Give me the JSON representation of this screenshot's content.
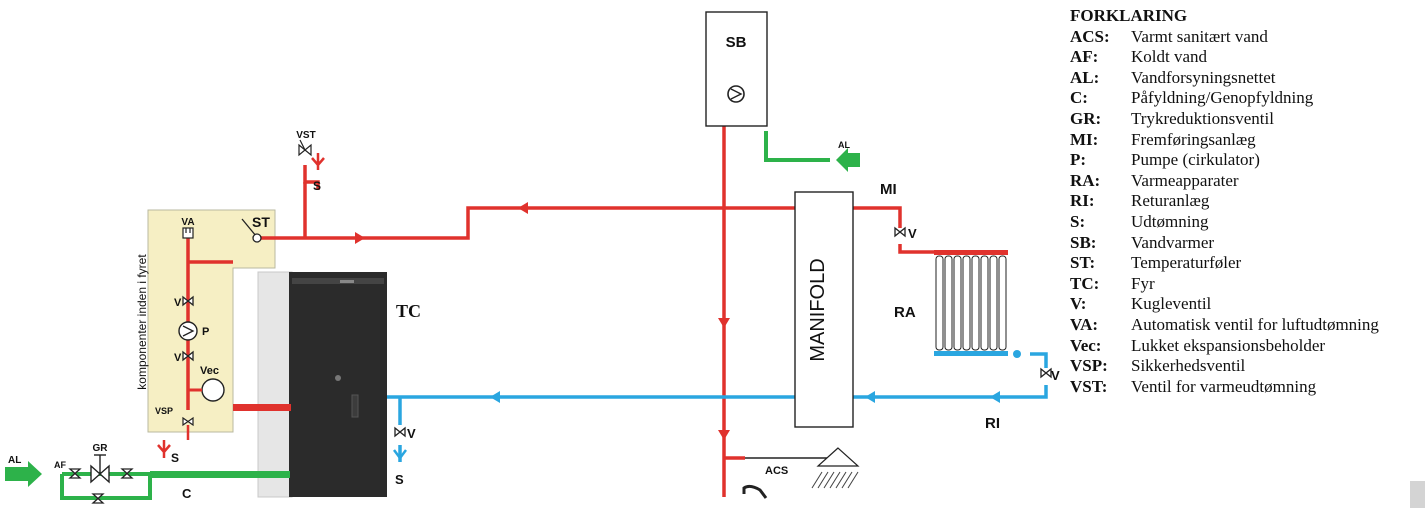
{
  "labels": {
    "sb": "SB",
    "al_top": "AL",
    "mi": "MI",
    "manifold": "MANIFOLD",
    "v_mi": "V",
    "ra": "RA",
    "v_ri": "V",
    "ri": "RI",
    "acs": "ACS",
    "vst": "VST",
    "s_vst": "S",
    "st": "ST",
    "va": "VA",
    "box_caption": "komponenter inden i fyret",
    "v_upper": "V",
    "p": "P",
    "v_lower": "V",
    "vec": "Vec",
    "vsp": "VSP",
    "s_vsp": "S",
    "tc": "TC",
    "v_boiler": "V",
    "s_boiler": "S",
    "al_left": "AL",
    "af": "AF",
    "gr": "GR",
    "c": "C"
  },
  "legend": {
    "title": "FORKLARING",
    "items": [
      {
        "key": "ACS:",
        "value": "Varmt sanitært vand"
      },
      {
        "key": "AF:",
        "value": "Koldt vand"
      },
      {
        "key": "AL:",
        "value": "Vandforsyningsnettet"
      },
      {
        "key": "C:",
        "value": "Påfyldning/Genopfyldning"
      },
      {
        "key": "GR:",
        "value": "Trykreduktionsventil"
      },
      {
        "key": "MI:",
        "value": "Fremføringsanlæg"
      },
      {
        "key": "P:",
        "value": "Pumpe (cirkulator)"
      },
      {
        "key": "RA:",
        "value": "Varmeapparater"
      },
      {
        "key": "RI:",
        "value": "Returanlæg"
      },
      {
        "key": "S:",
        "value": "Udtømning"
      },
      {
        "key": "SB:",
        "value": "Vandvarmer"
      },
      {
        "key": "ST:",
        "value": "Temperaturføler"
      },
      {
        "key": "TC:",
        "value": "Fyr"
      },
      {
        "key": "V:",
        "value": "Kugleventil"
      },
      {
        "key": "VA:",
        "value": "Automatisk ventil for luftudtømning"
      },
      {
        "key": "Vec:",
        "value": "Lukket ekspansionsbeholder"
      },
      {
        "key": "VSP:",
        "value": "Sikkerhedsventil"
      },
      {
        "key": "VST:",
        "value": "Ventil for varmeudtømning"
      }
    ]
  },
  "colors": {
    "hot_pipe": "#e0322d",
    "return_pipe": "#2aa6e0",
    "cold_pipe": "#2db24a",
    "panel_fill": "#f6efc4",
    "boiler": "#2b2b2b"
  }
}
